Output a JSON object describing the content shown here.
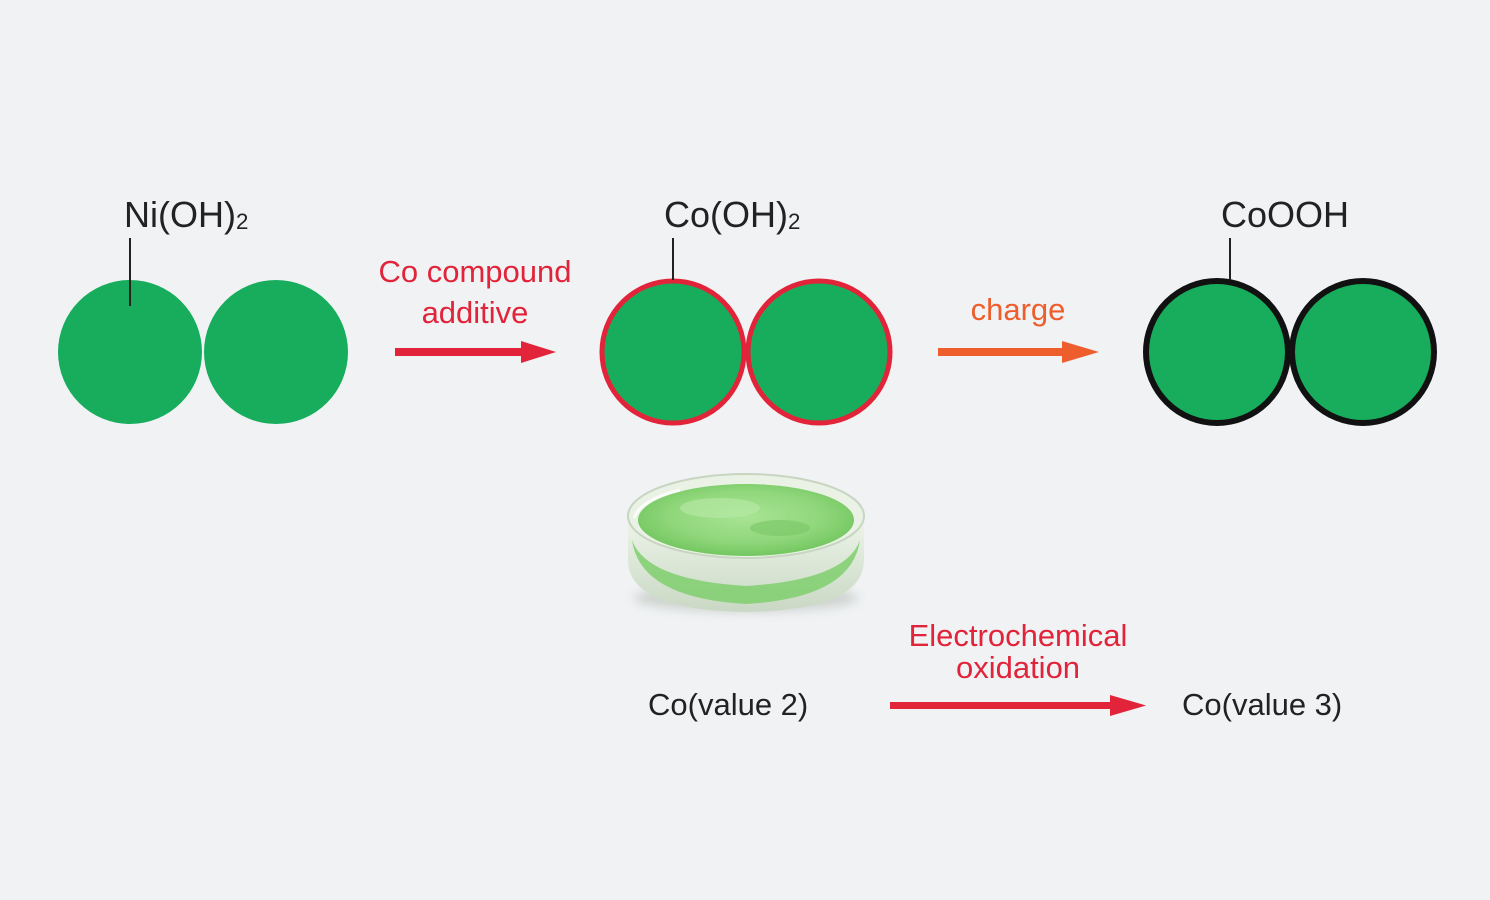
{
  "labels": {
    "nioh2": {
      "main": "Ni(OH)",
      "sub": "2"
    },
    "cooh2": {
      "main": "Co(OH)",
      "sub": "2"
    },
    "coooh": "CoOOH",
    "additive_line1": "Co compound",
    "additive_line2": "additive",
    "charge": "charge",
    "electro_line1": "Electrochemical",
    "electro_line2": "oxidation",
    "co_value2": "Co(value 2)",
    "co_value3": "Co(value 3)"
  },
  "colors": {
    "background": "#f0f2f4",
    "particle_green": "#17ad5c",
    "shell_red": "#e1243a",
    "shell_black": "#111111",
    "arrow_red": "#e1243a",
    "arrow_orange": "#ee5d2c",
    "powder_green": "#8fd67a",
    "text_dark": "#222222"
  },
  "icons": {
    "arrow": "right-arrow-icon",
    "powder": "green-powder-dish-icon"
  }
}
